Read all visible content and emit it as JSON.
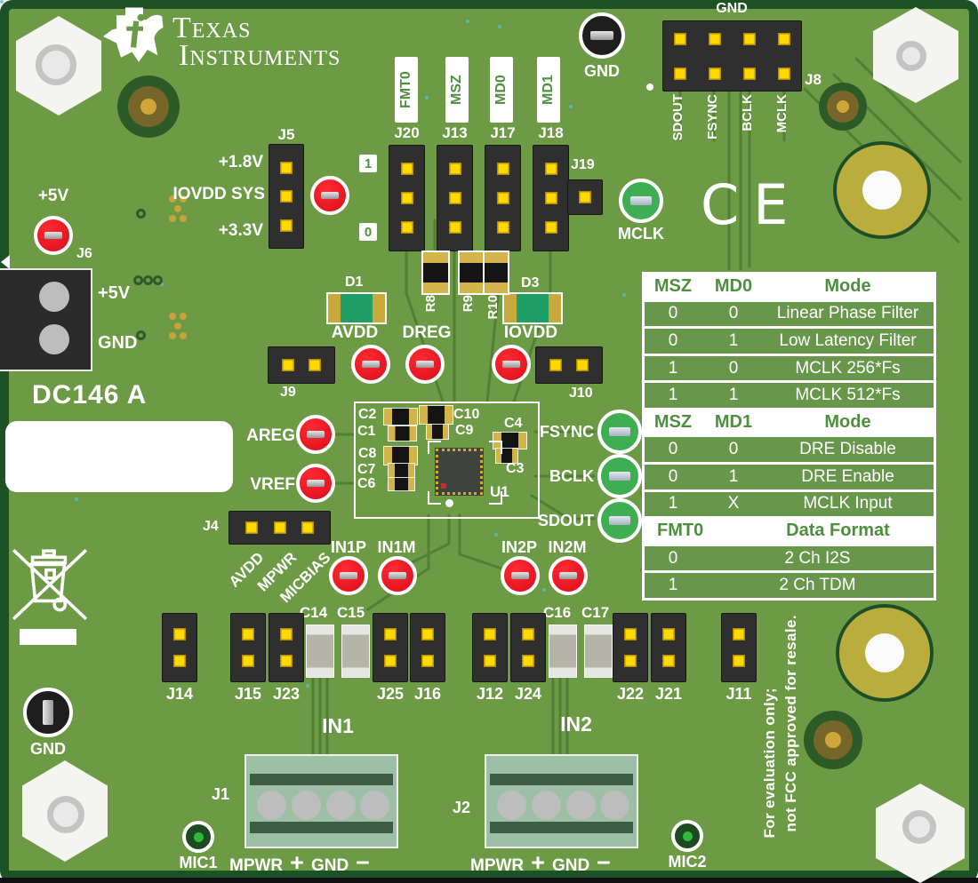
{
  "logo": {
    "line1": "Texas",
    "line2": "Instruments"
  },
  "board": {
    "name": "DC146 A",
    "ce_mark": "CE"
  },
  "notice": {
    "line1": "For evaluation only;",
    "line2": "not FCC approved for resale."
  },
  "power": {
    "p5v_tp": "+5V",
    "j6_ref": "J6",
    "j6_pin_5v": "+5V",
    "j6_pin_gnd": "GND"
  },
  "test_points": {
    "gnd_top": "GND",
    "gnd_bottom": "GND",
    "mclk": "MCLK",
    "fsync": "FSYNC",
    "bclk": "BCLK",
    "sdout": "SDOUT",
    "avdd": "AVDD",
    "dreg": "DREG",
    "iovdd": "IOVDD",
    "areg": "AREG",
    "vref": "VREF",
    "in1p": "IN1P",
    "in1m": "IN1M",
    "in2p": "IN2P",
    "in2m": "IN2M",
    "mic1": "MIC1",
    "mic2": "MIC2"
  },
  "j5": {
    "ref": "J5",
    "pin_18": "+1.8V",
    "pin_sys": "IOVDD SYS",
    "pin_33": "+3.3V"
  },
  "config": {
    "signals": [
      "FMT0",
      "MSZ",
      "MD0",
      "MD1"
    ],
    "refs": [
      "J20",
      "J13",
      "J17",
      "J18"
    ],
    "j19_ref": "J19",
    "pos1": "1",
    "pos0": "0"
  },
  "j8": {
    "ref": "J8",
    "gnd": "GND",
    "pins": [
      "SDOUT",
      "FSYNC",
      "BCLK",
      "MCLK"
    ]
  },
  "jumpers": {
    "j9": "J9",
    "j10": "J10",
    "j4": {
      "ref": "J4",
      "pins": [
        "AVDD",
        "MPWR",
        "MICBIAS"
      ]
    },
    "bottom": [
      "J14",
      "J15",
      "J23",
      "J25",
      "J16",
      "J12",
      "J24",
      "J22",
      "J21",
      "J11"
    ]
  },
  "components": {
    "d1": "D1",
    "d3": "D3",
    "r8": "R8",
    "r9": "R9",
    "r10": "R10",
    "u1": "U1",
    "c1": "C1",
    "c2": "C2",
    "c3": "C3",
    "c4": "C4",
    "c6": "C6",
    "c7": "C7",
    "c8": "C8",
    "c9": "C9",
    "c10": "C10",
    "c14": "C14",
    "c15": "C15",
    "c16": "C16",
    "c17": "C17"
  },
  "inputs": {
    "in1": {
      "title": "IN1",
      "ref": "J1"
    },
    "in2": {
      "title": "IN2",
      "ref": "J2"
    },
    "terminal_labels": [
      "MPWR",
      "+",
      "GND",
      "−"
    ]
  },
  "mode_table": {
    "sections": [
      {
        "header": [
          "MSZ",
          "MD0",
          "Mode"
        ],
        "rows": [
          [
            "0",
            "0",
            "Linear Phase Filter"
          ],
          [
            "0",
            "1",
            "Low Latency Filter"
          ],
          [
            "1",
            "0",
            "MCLK 256*Fs"
          ],
          [
            "1",
            "1",
            "MCLK 512*Fs"
          ]
        ]
      },
      {
        "header": [
          "MSZ",
          "MD1",
          "Mode"
        ],
        "rows": [
          [
            "0",
            "0",
            "DRE Disable"
          ],
          [
            "0",
            "1",
            "DRE Enable"
          ],
          [
            "1",
            "X",
            "MCLK Input"
          ]
        ]
      },
      {
        "header": [
          "FMT0",
          "Data Format"
        ],
        "rows": [
          [
            "0",
            "2 Ch I2S"
          ],
          [
            "1",
            "2 Ch TDM"
          ]
        ]
      }
    ]
  },
  "colors": {
    "board_green": "#6c9a45",
    "border_green": "#1d5226",
    "silkscreen_white": "#ffffff",
    "legend_green": "#4e8e3f",
    "tp_red": "#e8111c",
    "tp_green": "#3fae52",
    "pad_yellow": "#ffd900"
  }
}
